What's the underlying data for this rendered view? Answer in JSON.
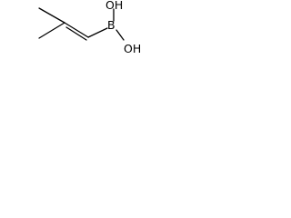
{
  "molecule": {
    "atoms": {
      "boron": "B",
      "hydroxyl_top": "OH",
      "hydroxyl_bottom": "OH"
    }
  },
  "colors": {
    "background": "#ffffff",
    "ink": "#000000"
  }
}
